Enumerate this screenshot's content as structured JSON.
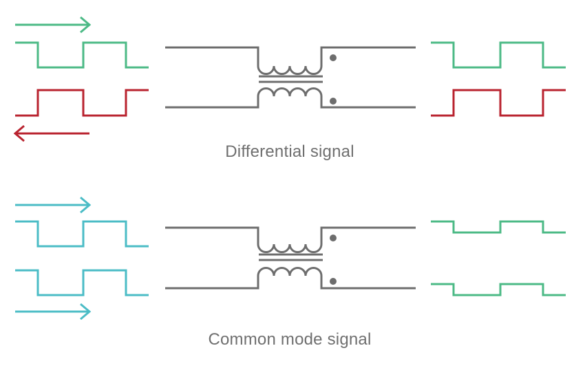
{
  "panels": [
    {
      "id": "differential",
      "caption": "Differential signal",
      "input_direction": [
        "right",
        "left"
      ],
      "output_pattern": "full-square-waves"
    },
    {
      "id": "common-mode",
      "caption": "Common mode signal",
      "input_direction": [
        "right",
        "right"
      ],
      "output_pattern": "attenuated-square-waves"
    }
  ],
  "colors": {
    "green": "#4cba86",
    "red": "#b9232f",
    "teal": "#4bbcc6",
    "gray": "#6d6d6d",
    "caption": "#6f6f6f"
  }
}
